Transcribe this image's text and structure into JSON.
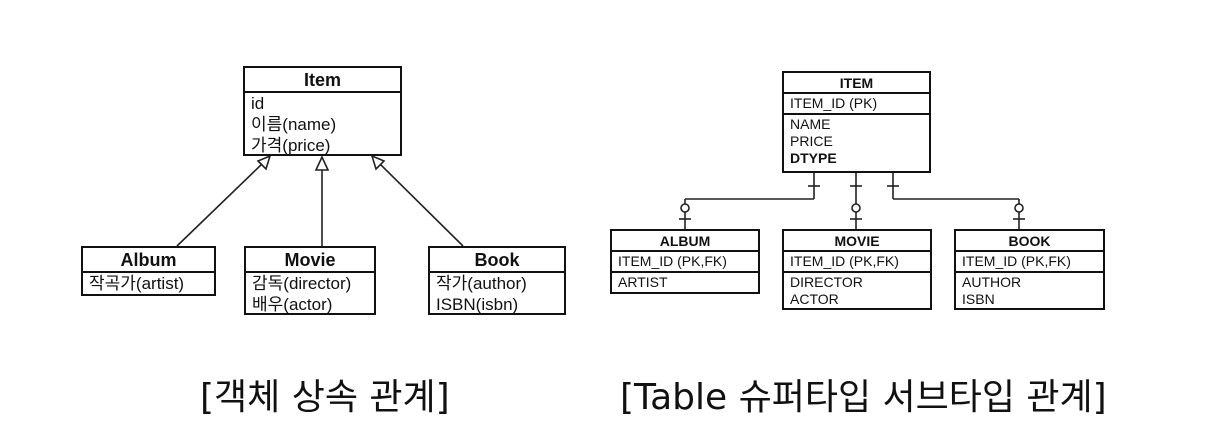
{
  "uml": {
    "item": {
      "title": "Item",
      "attrs": [
        "id",
        "이름(name)",
        "가격(price)"
      ]
    },
    "album": {
      "title": "Album",
      "attrs": [
        "작곡가(artist)"
      ]
    },
    "movie": {
      "title": "Movie",
      "attrs": [
        "감독(director)",
        "배우(actor)"
      ]
    },
    "book": {
      "title": "Book",
      "attrs": [
        "작가(author)",
        "ISBN(isbn)"
      ]
    }
  },
  "erd": {
    "item": {
      "title": "ITEM",
      "pk": "ITEM_ID (PK)",
      "attrs": [
        "NAME",
        "PRICE",
        "DTYPE"
      ]
    },
    "album": {
      "title": "ALBUM",
      "pk": "ITEM_ID (PK,FK)",
      "attrs": [
        "ARTIST"
      ]
    },
    "movie": {
      "title": "MOVIE",
      "pk": "ITEM_ID (PK,FK)",
      "attrs": [
        "DIRECTOR",
        "ACTOR"
      ]
    },
    "book": {
      "title": "BOOK",
      "pk": "ITEM_ID (PK,FK)",
      "attrs": [
        "AUTHOR",
        "ISBN"
      ]
    }
  },
  "captions": {
    "left": "[객체 상속 관계]",
    "right": "[Table 슈퍼타입 서브타입 관계]"
  }
}
